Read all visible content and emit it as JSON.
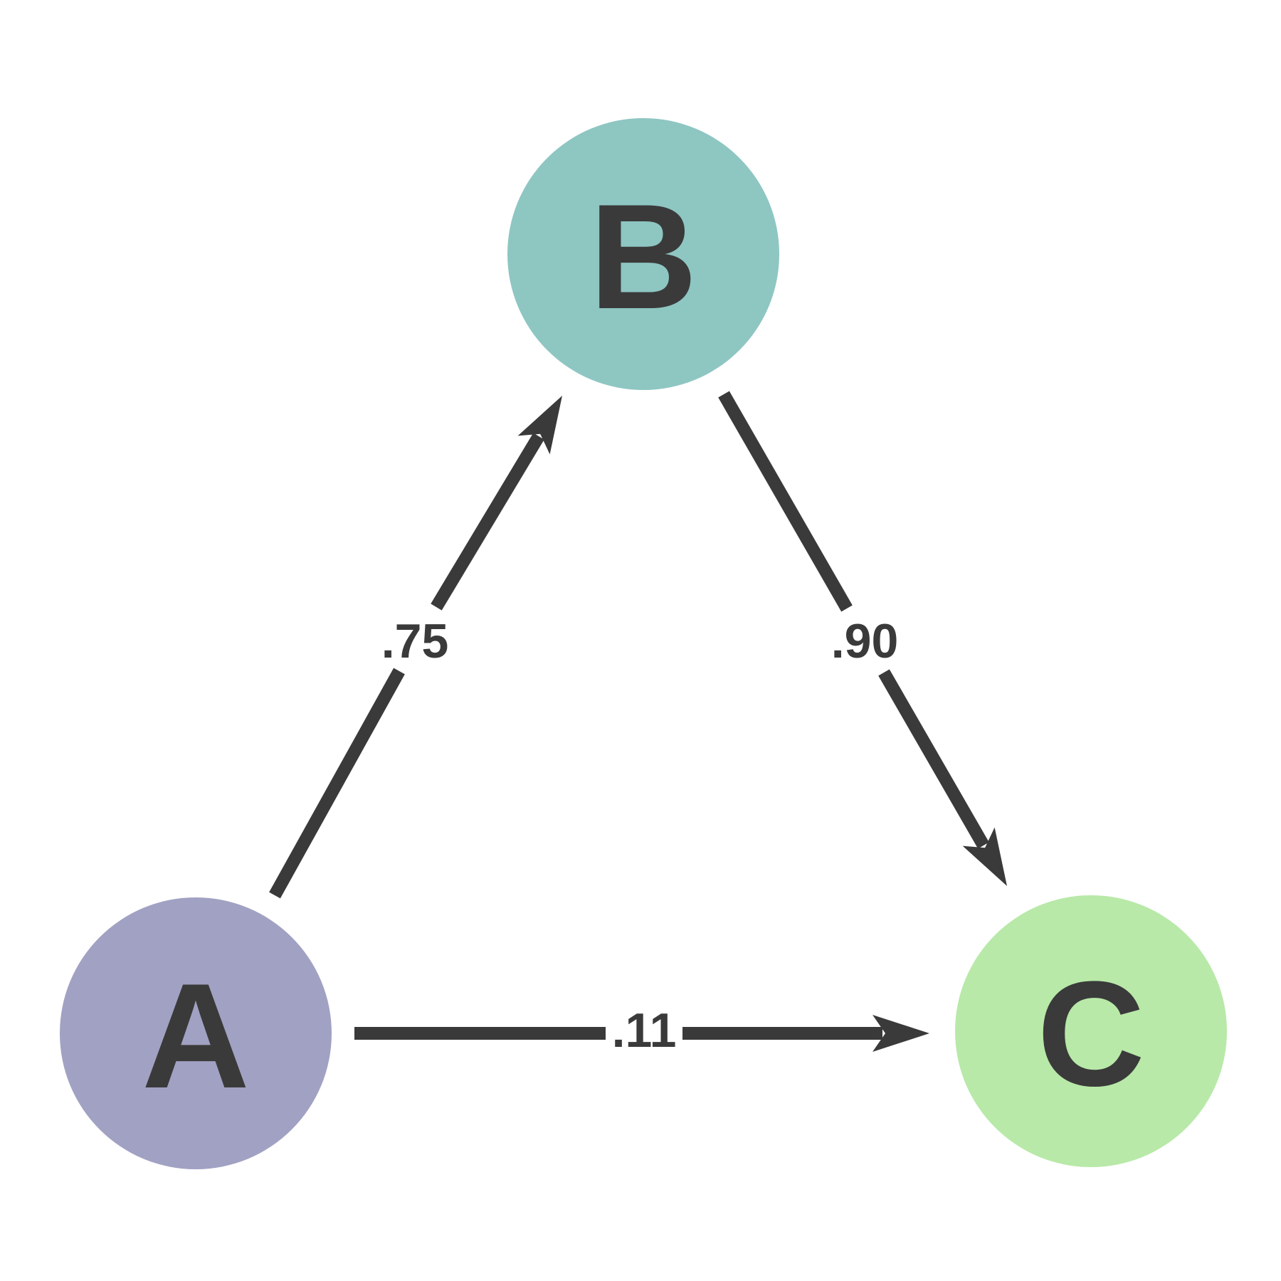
{
  "diagram": {
    "type": "directed-graph",
    "background_color": "#ffffff",
    "edge_color": "#3a3a3a",
    "label_color": "#3a3a3a",
    "nodes": [
      {
        "id": "A",
        "label": "A",
        "color": "#a1a1c3"
      },
      {
        "id": "B",
        "label": "B",
        "color": "#8ec6c2"
      },
      {
        "id": "C",
        "label": "C",
        "color": "#b8e9a8"
      }
    ],
    "edges": [
      {
        "from": "A",
        "to": "B",
        "label": ".75"
      },
      {
        "from": "B",
        "to": "C",
        "label": ".90"
      },
      {
        "from": "A",
        "to": "C",
        "label": ".11"
      }
    ]
  }
}
